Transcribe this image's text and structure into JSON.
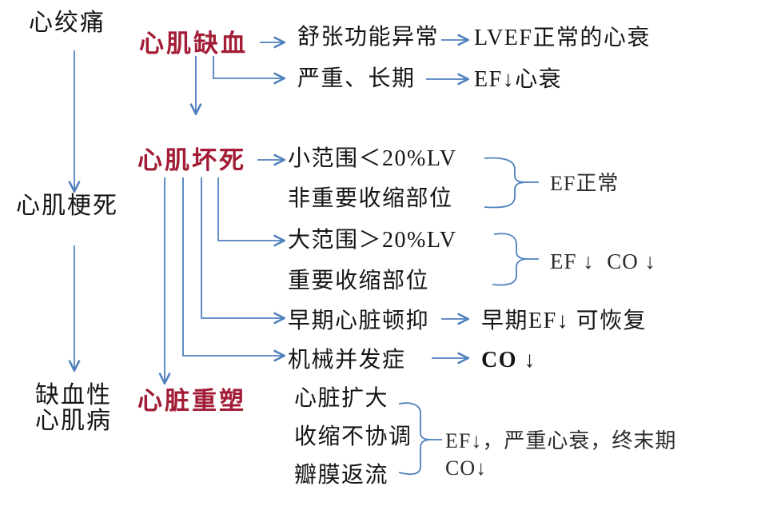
{
  "colors": {
    "heading_red": "#A21C35",
    "arrow_blue": "#4F81BD",
    "text_black": "#151515",
    "background": "#FFFFFF"
  },
  "left_column": {
    "angina": "心绞痛",
    "infarction": "心肌梗死",
    "ischemic_cm_line1": "缺血性",
    "ischemic_cm_line2": "心肌病"
  },
  "stages": {
    "ischemia": "心肌缺血",
    "necrosis": "心肌坏死",
    "remodeling": "心脏重塑"
  },
  "ischemia_branch": {
    "diastolic": "舒张功能异常",
    "lvef_normal_hf": "LVEF正常的心衰",
    "severe_longterm": "严重、长期",
    "ef_down_hf": "EF↓心衰"
  },
  "necrosis_branch": {
    "small_range": "小范围＜20%LV",
    "nonimportant_region": "非重要收缩部位",
    "ef_normal": "EF正常",
    "large_range": "大范围＞20%LV",
    "important_region": "重要收缩部位",
    "ef_co_down": "EF ↓  CO ↓",
    "stunning": "早期心脏顿抑",
    "early_ef_recover": "早期EF↓ 可恢复",
    "mechanical": "机械并发症",
    "co_down": "CO ↓"
  },
  "remodeling_branch": {
    "dilation": "心脏扩大",
    "dyssync": "收缩不协调",
    "regurg": "瓣膜返流",
    "endstage_line1": "EF↓，严重心衰，终末期",
    "endstage_line2": "CO↓"
  }
}
